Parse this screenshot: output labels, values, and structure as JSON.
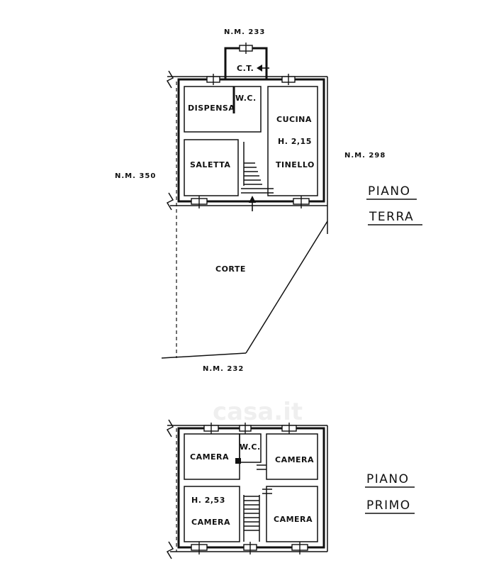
{
  "plan": {
    "boundary_labels": {
      "nm_233": "N.M. 233",
      "nm_350": "N.M. 350",
      "nm_298": "N.M. 298",
      "nm_232": "N.M. 232"
    },
    "ground_floor": {
      "title_line1": "PIANO",
      "title_line2": "TERRA",
      "rooms": {
        "ct": "C.T.",
        "dispensa": "DISPENSA",
        "wc": "W.C.",
        "cucina": "CUCINA",
        "height": "H. 2,15",
        "saletta": "SALETTA",
        "tinello": "TINELLO",
        "corte": "CORTE"
      }
    },
    "first_floor": {
      "title_line1": "PIANO",
      "title_line2": "PRIMO",
      "rooms": {
        "camera_top_left": "CAMERA",
        "wc": "W.C.",
        "camera_top_right": "CAMERA",
        "height": "H. 2,53",
        "camera_bottom_left": "CAMERA",
        "camera_bottom_right": "CAMERA"
      }
    },
    "watermark": "casa.it"
  }
}
